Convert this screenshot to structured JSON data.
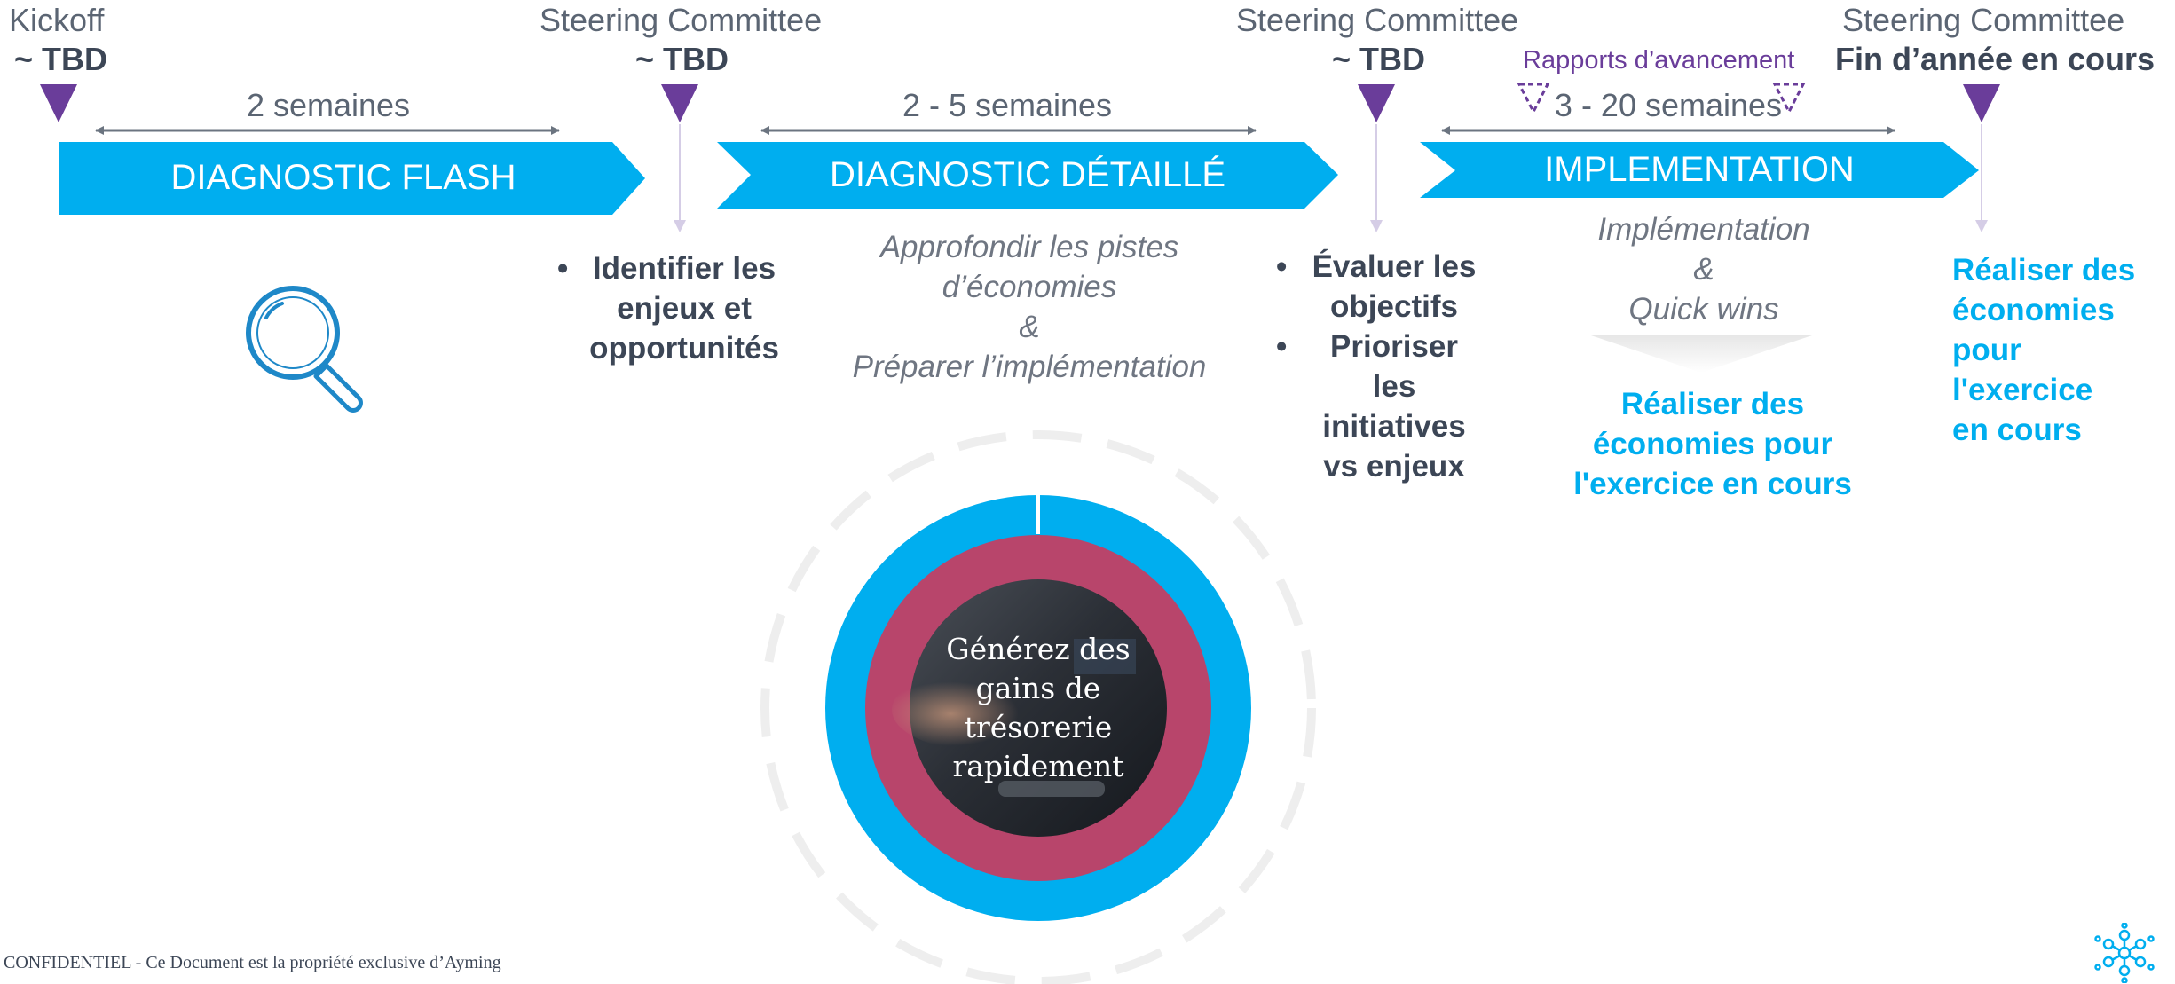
{
  "colors": {
    "accent_blue": "#00aeef",
    "marker_purple": "#6a3d9a",
    "ring_red": "#b8456b",
    "text_grey": "#5b6573",
    "text_dark": "#3c4656",
    "arrow_grey": "#6b7480",
    "dashed_ring": "#eeeeee"
  },
  "milestones": [
    {
      "title": "Kickoff",
      "sub": "~ TBD"
    },
    {
      "title": "Steering Committee",
      "sub": "~ TBD"
    },
    {
      "title": "Steering Committee",
      "sub": "~ TBD"
    },
    {
      "title": "Steering Committee",
      "sub": "Fin d’année en cours"
    }
  ],
  "reports": {
    "label": "Rapports d’avancement",
    "icon": "dashed-triangle-marker-icon"
  },
  "durations": [
    "2 semaines",
    "2 - 5 semaines",
    "3 - 20 semaines"
  ],
  "phases": [
    "DIAGNOSTIC FLASH",
    "DIAGNOSTIC DÉTAILLÉ",
    "IMPLEMENTATION"
  ],
  "magnifier": {
    "icon": "magnifier-icon"
  },
  "step1_bullets": [
    "Identifier les enjeux et opportunités"
  ],
  "detail_description": [
    "Approfondir les pistes",
    "d’économies",
    "&",
    "Préparer l’implémentation"
  ],
  "step2_bullets": [
    "Évaluer les objectifs",
    "Prioriser les initiatives vs enjeux"
  ],
  "implementation_description": [
    "Implémentation",
    "&",
    "Quick wins"
  ],
  "implementation_result": [
    "Réaliser des",
    "économies pour",
    "l'exercice en cours"
  ],
  "final_result": [
    "Réaliser des",
    "économies",
    "pour l'exercice",
    "en cours"
  ],
  "center": {
    "text": [
      "Générez des",
      "gains de",
      "trésorerie",
      "rapidement"
    ]
  },
  "footer": {
    "confidential": "CONFIDENTIEL - Ce Document est la propriété exclusive d’Ayming",
    "logo_icon": "ayming-snowflake-logo-icon"
  }
}
